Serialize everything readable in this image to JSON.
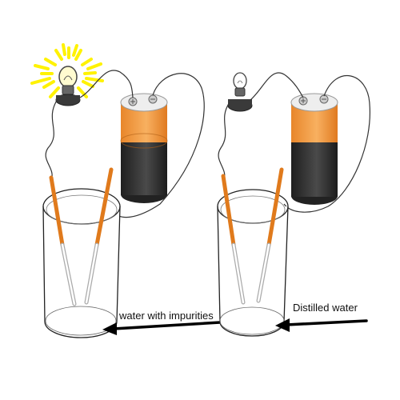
{
  "labels": {
    "left": "water with impurities",
    "right": "Distilled water"
  },
  "setups": [
    {
      "id": "impure",
      "bulb_state": "lit"
    },
    {
      "id": "distilled",
      "bulb_state": "unlit"
    }
  ],
  "colors": {
    "battery_orange": "#f5a043",
    "battery_dark": "#2f2f2f",
    "electrode_orange": "#f08a24",
    "glow_yellow": "#fff200",
    "wire": "#333333",
    "arrow": "#000000"
  }
}
